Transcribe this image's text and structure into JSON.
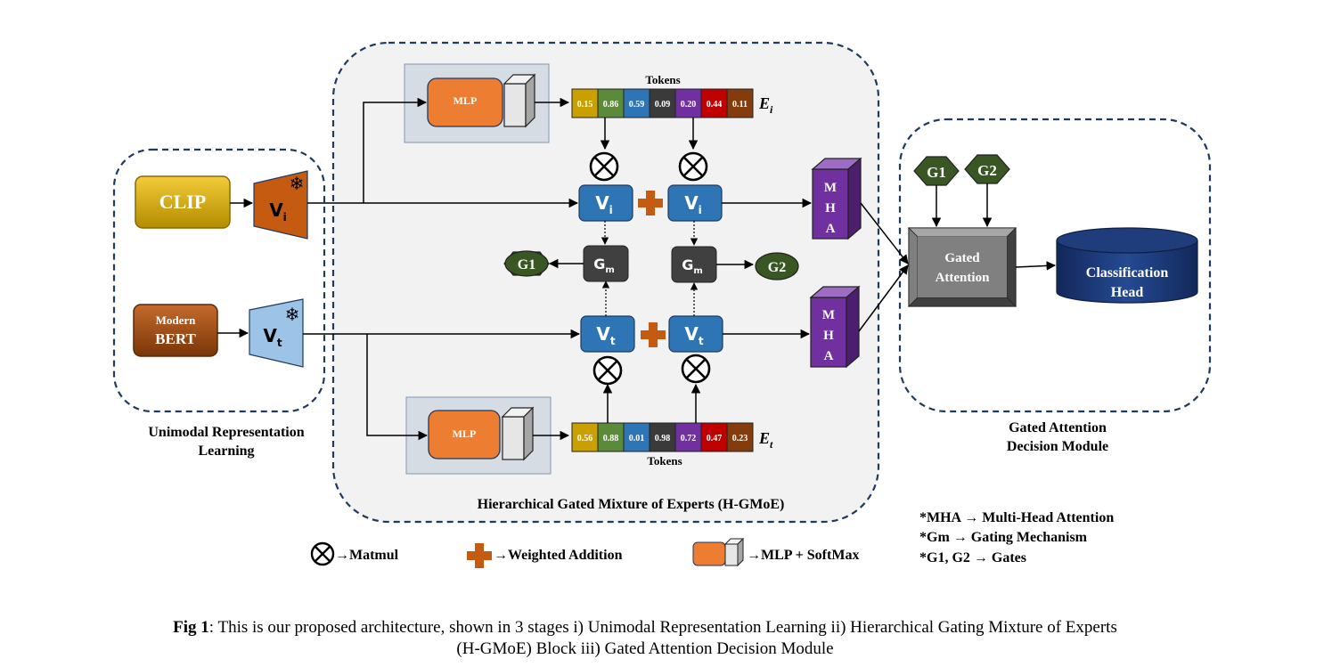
{
  "unimodal": {
    "clip_label": "CLIP",
    "bert_line1": "Modern",
    "bert_line2": "BERT",
    "vi_main": "V",
    "vi_sub": "i",
    "vt_main": "V",
    "vt_sub": "t",
    "title_line1": "Unimodal Representation",
    "title_line2": "Learning"
  },
  "hgmoe": {
    "mlp_label": "MLP",
    "tokens_label": "Tokens",
    "ei_main": "E",
    "ei_sub": "i",
    "et_main": "E",
    "et_sub": "t",
    "image_tokens": [
      "0.15",
      "0.86",
      "0.59",
      "0.09",
      "0.20",
      "0.44",
      "0.11"
    ],
    "text_tokens": [
      "0.56",
      "0.88",
      "0.01",
      "0.98",
      "0.72",
      "0.47",
      "0.23"
    ],
    "token_colors": [
      "#c9a000",
      "#5a8a3a",
      "#2e75b6",
      "#3a3a3a",
      "#7030a0",
      "#c00000",
      "#843c0c"
    ],
    "gm_main": "G",
    "gm_sub": "m",
    "mha_letters": [
      "M",
      "H",
      "A"
    ],
    "title": "Hierarchical Gated Mixture of Experts (H-GMoE)"
  },
  "gates": {
    "g1": "G1",
    "g2": "G2"
  },
  "decision": {
    "gated_line1": "Gated",
    "gated_line2": "Attention",
    "head_line1": "Classification",
    "head_line2": "Head",
    "title_line1": "Gated Attention",
    "title_line2": "Decision Module"
  },
  "legend": {
    "matmul": "→Matmul",
    "weighted": "→Weighted Addition",
    "mlp_softmax": "→MLP + SoftMax"
  },
  "notes": [
    "*MHA → Multi-Head Attention",
    "*Gm → Gating Mechanism",
    "*G1, G2 → Gates"
  ],
  "caption": {
    "label": "Fig 1",
    "line1": ": This is our proposed architecture, shown in 3 stages i) Unimodal Representation Learning ii) Hierarchical Gating Mixture of Experts",
    "line2": "(H-GMoE) Block iii) Gated Attention Decision Module"
  },
  "colors": {
    "clip": "#d4a700",
    "bert": "#9e4a14",
    "vi_block": "#c55a11",
    "vt_block": "#9dc3e6",
    "v_node": "#2e75b6",
    "gm": "#404040",
    "gate": "#385723",
    "mha": "#7030a0",
    "mlp": "#ed7d31",
    "plus": "#c55a11",
    "head": "#1f3d7a",
    "dashed": "#1f3a5f"
  }
}
